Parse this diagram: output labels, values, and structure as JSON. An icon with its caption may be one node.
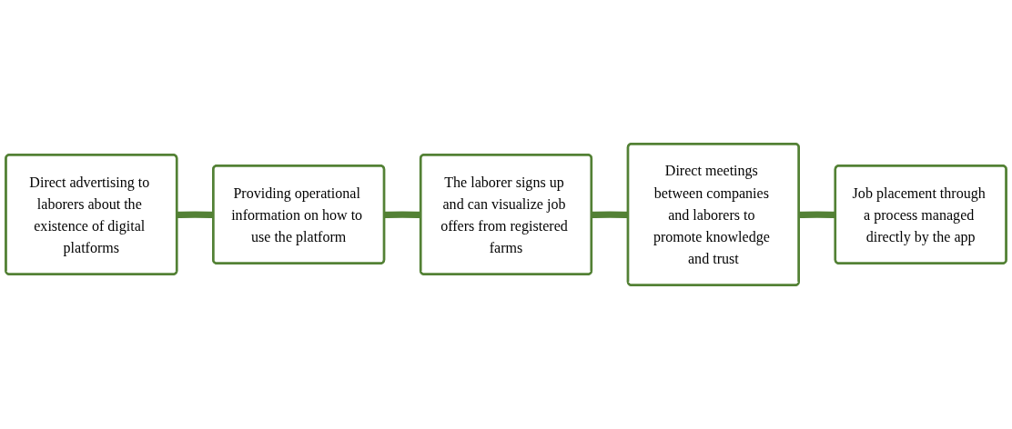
{
  "diagram": {
    "nodes": [
      {
        "text": [
          "Direct advertising to laborers about the existence of digital platforms"
        ]
      },
      {
        "text": [
          "Providing operational information on how to use the platform"
        ]
      },
      {
        "text": [
          "The laborer signs up and can visualize job offers from registered farms"
        ]
      },
      {
        "text": [
          "Direct meetings between companies and laborers to promote knowledge and trust"
        ]
      },
      {
        "text": [
          "Job placement through a process managed directly by the app"
        ]
      }
    ],
    "edges": [
      {
        "from": 0,
        "to": 1,
        "arrow": "none"
      },
      {
        "from": 1,
        "to": 2,
        "arrow": "none"
      },
      {
        "from": 2,
        "to": 3,
        "arrow": "none"
      },
      {
        "from": 3,
        "to": 4,
        "arrow": "none"
      }
    ]
  }
}
